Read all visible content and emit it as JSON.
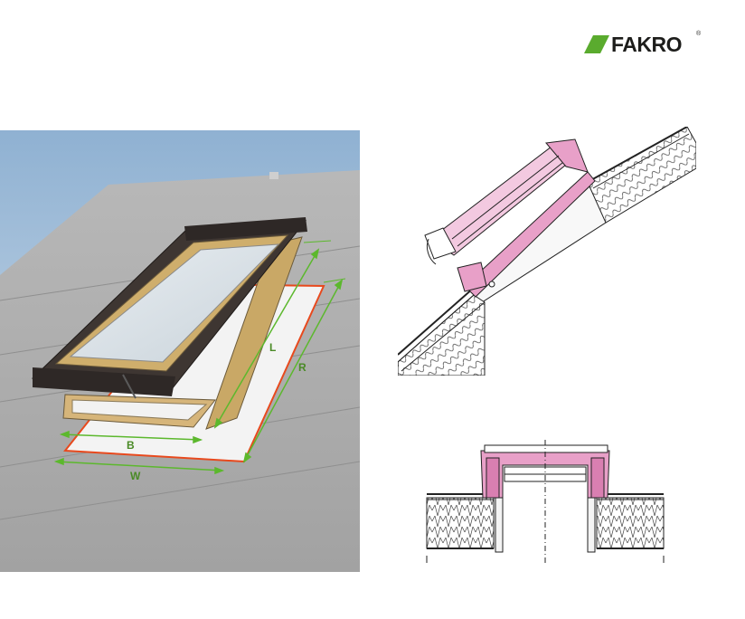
{
  "brand": {
    "name": "FAKRO",
    "registered_mark": "®",
    "colors": {
      "green": "#5aab2e",
      "dark": "#1d1d1b"
    }
  },
  "photo": {
    "dimension_labels": {
      "b": "B",
      "w": "W",
      "l": "L",
      "r": "R"
    },
    "colors": {
      "dimension_lines": "#5cb82d",
      "flashing_outline": "#e8491d",
      "sky": "#9fbbd6",
      "roof": "#a9a9a9"
    }
  },
  "drawings": {
    "colors": {
      "frame": "#e8a0c8",
      "insulation": "#b9b9b9",
      "line": "#222222"
    }
  }
}
